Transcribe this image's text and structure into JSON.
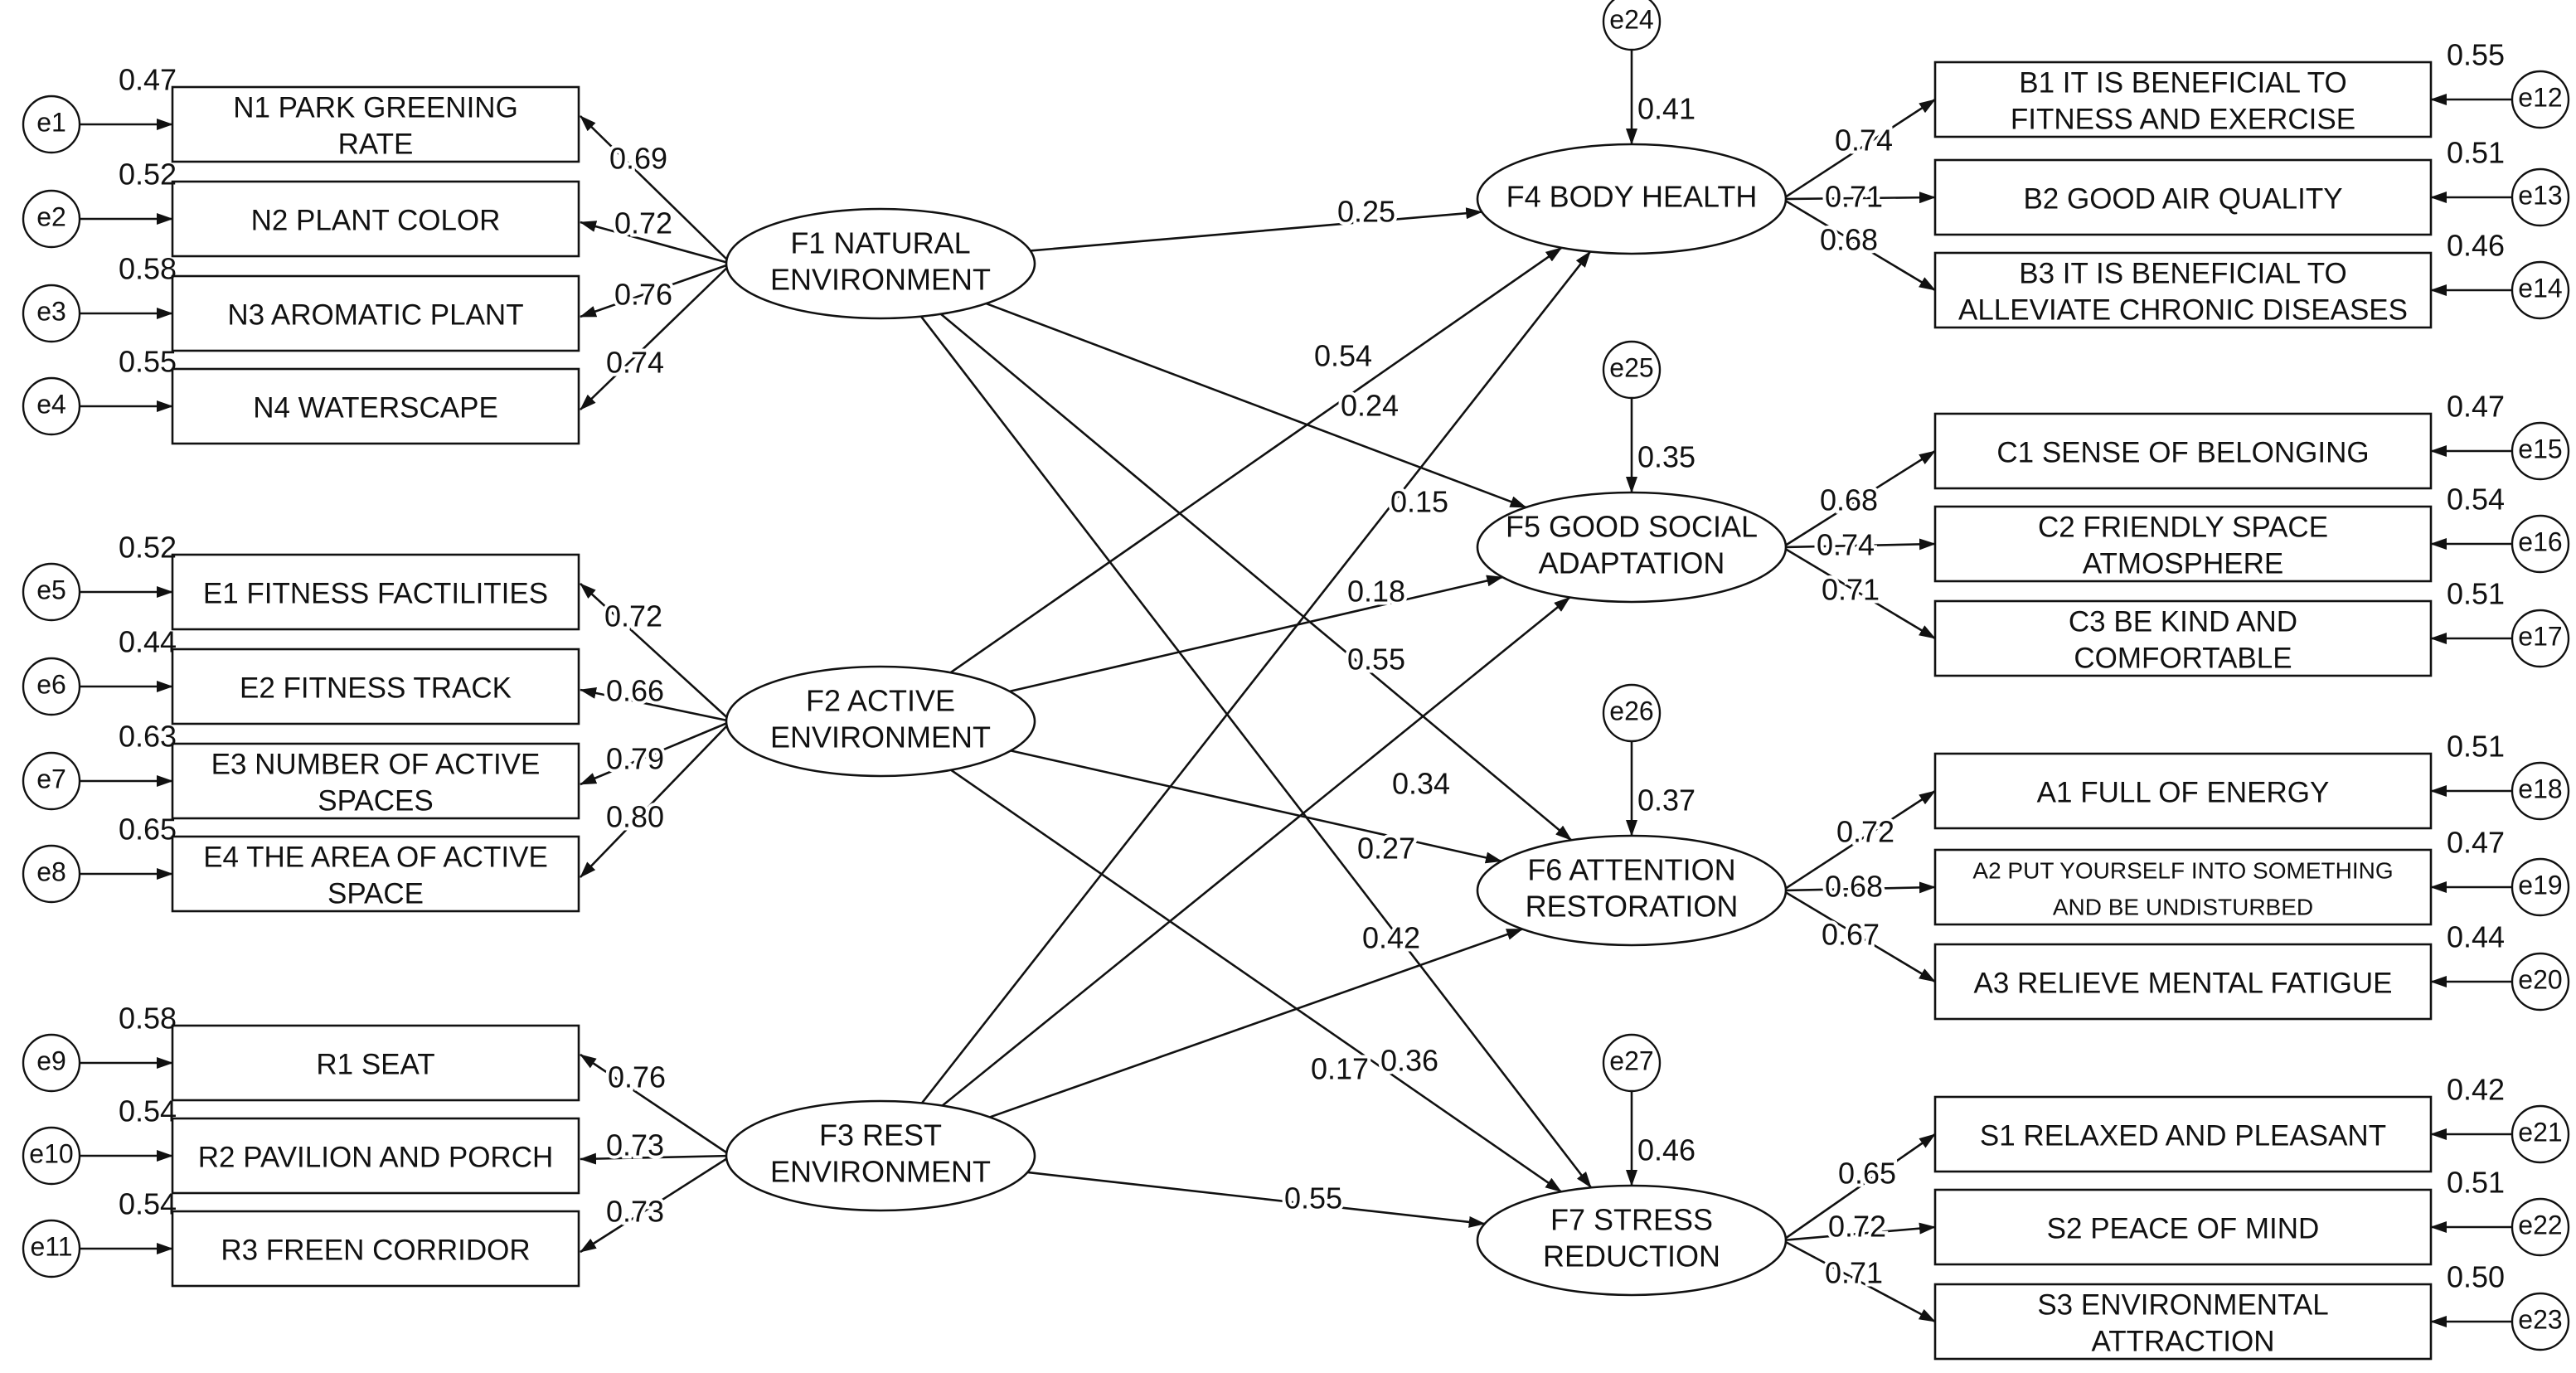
{
  "factors": [
    {
      "id": "F1",
      "lines": [
        "F1 NATURAL",
        "ENVIRONMENT"
      ]
    },
    {
      "id": "F2",
      "lines": [
        "F2 ACTIVE",
        "ENVIRONMENT"
      ]
    },
    {
      "id": "F3",
      "lines": [
        "F3 REST",
        "ENVIRONMENT"
      ]
    },
    {
      "id": "F4",
      "lines": [
        "F4 BODY HEALTH"
      ],
      "error": "e24",
      "error_loading": "0.41"
    },
    {
      "id": "F5",
      "lines": [
        "F5 GOOD SOCIAL",
        "ADAPTATION"
      ],
      "error": "e25",
      "error_loading": "0.35"
    },
    {
      "id": "F6",
      "lines": [
        "F6 ATTENTION",
        "RESTORATION"
      ],
      "error": "e26",
      "error_loading": "0.37"
    },
    {
      "id": "F7",
      "lines": [
        "F7 STRESS",
        "REDUCTION"
      ],
      "error": "e27",
      "error_loading": "0.46"
    }
  ],
  "left_indicators": [
    {
      "factor": "F1",
      "lines": [
        "N1 PARK  GREENING",
        "RATE"
      ],
      "error": "e1",
      "r2": "0.47",
      "loading": "0.69"
    },
    {
      "factor": "F1",
      "lines": [
        "N2 PLANT COLOR"
      ],
      "error": "e2",
      "r2": "0.52",
      "loading": "0.72"
    },
    {
      "factor": "F1",
      "lines": [
        "N3 AROMATIC PLANT"
      ],
      "error": "e3",
      "r2": "0.58",
      "loading": "0.76"
    },
    {
      "factor": "F1",
      "lines": [
        "N4 WATERSCAPE"
      ],
      "error": "e4",
      "r2": "0.55",
      "loading": "0.74"
    },
    {
      "factor": "F2",
      "lines": [
        "E1 FITNESS FACTILITIES"
      ],
      "error": "e5",
      "r2": "0.52",
      "loading": "0.72"
    },
    {
      "factor": "F2",
      "lines": [
        "E2 FITNESS TRACK"
      ],
      "error": "e6",
      "r2": "0.44",
      "loading": "0.66"
    },
    {
      "factor": "F2",
      "lines": [
        "E3 NUMBER OF ACTIVE",
        "SPACES"
      ],
      "error": "e7",
      "r2": "0.63",
      "loading": "0.79"
    },
    {
      "factor": "F2",
      "lines": [
        "E4 THE AREA OF ACTIVE",
        "SPACE"
      ],
      "error": "e8",
      "r2": "0.65",
      "loading": "0.80"
    },
    {
      "factor": "F3",
      "lines": [
        "R1 SEAT"
      ],
      "error": "e9",
      "r2": "0.58",
      "loading": "0.76"
    },
    {
      "factor": "F3",
      "lines": [
        "R2 PAVILION AND PORCH"
      ],
      "error": "e10",
      "r2": "0.54",
      "loading": "0.73"
    },
    {
      "factor": "F3",
      "lines": [
        "R3 FREEN CORRIDOR"
      ],
      "error": "e11",
      "r2": "0.54",
      "loading": "0.73"
    }
  ],
  "right_indicators": [
    {
      "factor": "F4",
      "lines": [
        "B1 IT IS BENEFICIAL TO",
        "FITNESS AND EXERCISE"
      ],
      "error": "e12",
      "r2": "0.55",
      "loading": "0.74"
    },
    {
      "factor": "F4",
      "lines": [
        "B2 GOOD AIR QUALITY"
      ],
      "error": "e13",
      "r2": "0.51",
      "loading": "0.71"
    },
    {
      "factor": "F4",
      "lines": [
        "B3 IT IS BENEFICIAL TO",
        "ALLEVIATE CHRONIC DISEASES"
      ],
      "error": "e14",
      "r2": "0.46",
      "loading": "0.68"
    },
    {
      "factor": "F5",
      "lines": [
        "C1 SENSE OF BELONGING"
      ],
      "error": "e15",
      "r2": "0.47",
      "loading": "0.68"
    },
    {
      "factor": "F5",
      "lines": [
        "C2 FRIENDLY SPACE",
        "ATMOSPHERE"
      ],
      "error": "e16",
      "r2": "0.54",
      "loading": "0.74"
    },
    {
      "factor": "F5",
      "lines": [
        "C3 BE KIND AND",
        "COMFORTABLE"
      ],
      "error": "e17",
      "r2": "0.51",
      "loading": "0.71"
    },
    {
      "factor": "F6",
      "lines": [
        "A1 FULL OF ENERGY"
      ],
      "error": "e18",
      "r2": "0.51",
      "loading": "0.72"
    },
    {
      "factor": "F6",
      "lines": [
        "A2 PUT YOURSELF INTO SOMETHING",
        "AND BE UNDISTURBED"
      ],
      "error": "e19",
      "r2": "0.47",
      "loading": "0.68",
      "small": true
    },
    {
      "factor": "F6",
      "lines": [
        "A3 RELIEVE MENTAL FATIGUE"
      ],
      "error": "e20",
      "r2": "0.44",
      "loading": "0.67"
    },
    {
      "factor": "F7",
      "lines": [
        "S1 RELAXED AND PLEASANT"
      ],
      "error": "e21",
      "r2": "0.42",
      "loading": "0.65"
    },
    {
      "factor": "F7",
      "lines": [
        "S2 PEACE OF MIND"
      ],
      "error": "e22",
      "r2": "0.51",
      "loading": "0.72"
    },
    {
      "factor": "F7",
      "lines": [
        "S3 ENVIRONMENTAL",
        "ATTRACTION"
      ],
      "error": "e23",
      "r2": "0.50",
      "loading": "0.71"
    }
  ],
  "structural_paths": [
    {
      "from": "F1",
      "to": "F4",
      "coef": "0.25"
    },
    {
      "from": "F1",
      "to": "F5",
      "coef": "0.15"
    },
    {
      "from": "F1",
      "to": "F6",
      "coef": "0.34"
    },
    {
      "from": "F1",
      "to": "F7",
      "coef": "0.36"
    },
    {
      "from": "F2",
      "to": "F4",
      "coef": "0.54"
    },
    {
      "from": "F2",
      "to": "F5",
      "coef": "0.18"
    },
    {
      "from": "F2",
      "to": "F6",
      "coef": "0.27"
    },
    {
      "from": "F2",
      "to": "F7",
      "coef": "0.17"
    },
    {
      "from": "F3",
      "to": "F4",
      "coef": "0.24"
    },
    {
      "from": "F3",
      "to": "F5",
      "coef": "0.55"
    },
    {
      "from": "F3",
      "to": "F6",
      "coef": "0.42"
    },
    {
      "from": "F3",
      "to": "F7",
      "coef": "0.55"
    }
  ]
}
